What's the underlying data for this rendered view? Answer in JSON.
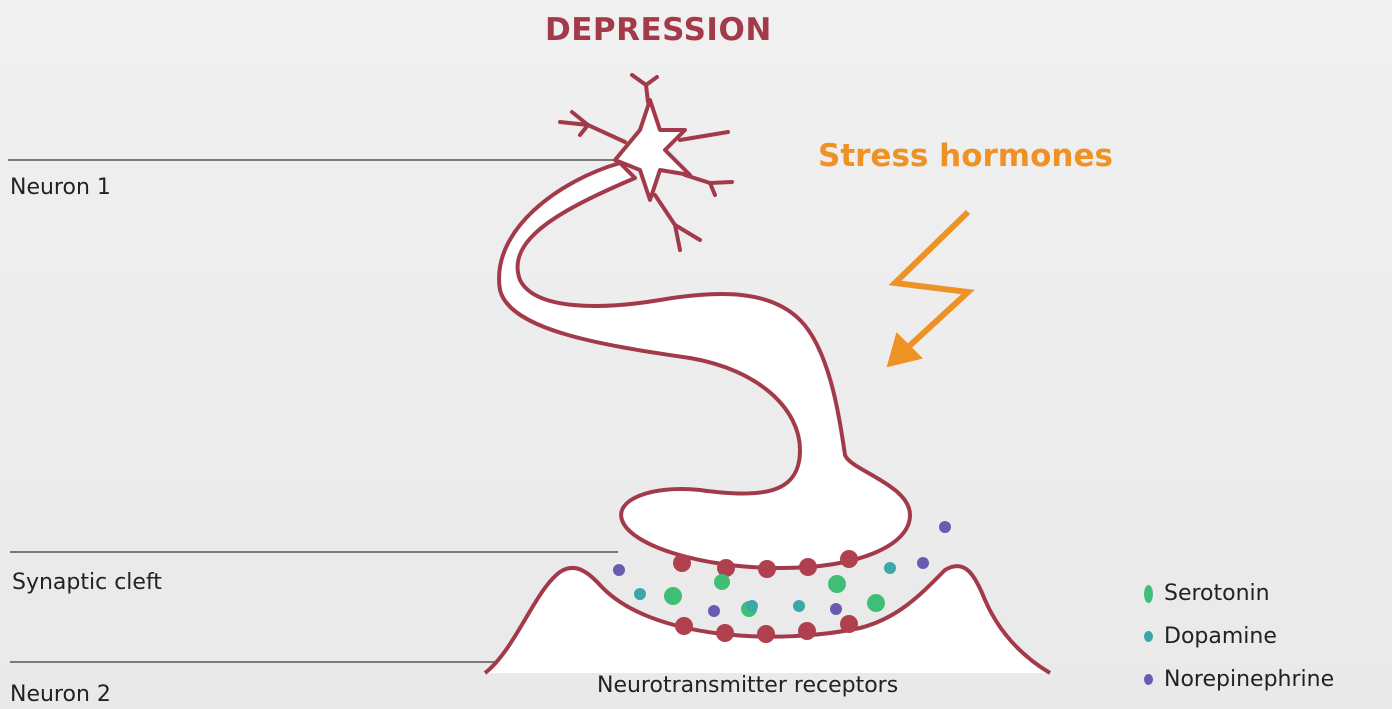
{
  "title": "DEPRESSION",
  "stress_label": "Stress hormones",
  "regions": {
    "neuron1": "Neuron 1",
    "synaptic_cleft": "Synaptic cleft",
    "neuron2": "Neuron 2"
  },
  "receptors_label": "Neurotransmitter receptors",
  "legend": [
    {
      "label": "Serotonin",
      "color": "#3fbf75",
      "marker": "large-dot"
    },
    {
      "label": "Dopamine",
      "color": "#3aa8a8",
      "marker": "small-dot"
    },
    {
      "label": "Norepinephrine",
      "color": "#6a5bb0",
      "marker": "small-dot"
    }
  ],
  "colors": {
    "neuron_outline": "#a33a4a",
    "receptor_dots": "#b0404e",
    "stress_arrow": "#ee9226"
  }
}
